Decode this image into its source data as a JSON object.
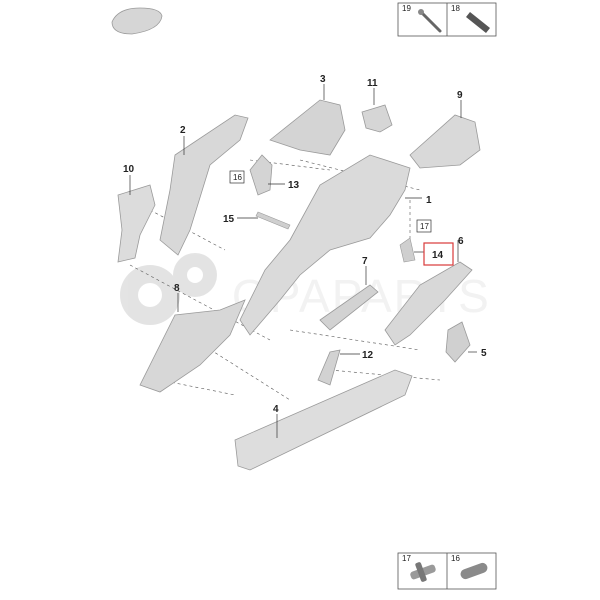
{
  "diagram": {
    "watermark": "OPAPARTS",
    "highlight_color": "#d93a3a",
    "part_color": "#d8d8d8",
    "callouts": [
      "1",
      "2",
      "3",
      "4",
      "5",
      "6",
      "7",
      "8",
      "9",
      "10",
      "11",
      "12",
      "13",
      "14",
      "15"
    ],
    "boxed_refs": [
      "16",
      "17"
    ],
    "highlighted_callout": "14",
    "legend_top": [
      {
        "number": "19",
        "icon": "rivet-tool-icon"
      },
      {
        "number": "18",
        "icon": "sealant-tube-icon"
      }
    ],
    "legend_bottom": [
      {
        "number": "17",
        "icon": "blind-rivet-icon"
      },
      {
        "number": "16",
        "icon": "stud-pin-icon"
      }
    ]
  }
}
